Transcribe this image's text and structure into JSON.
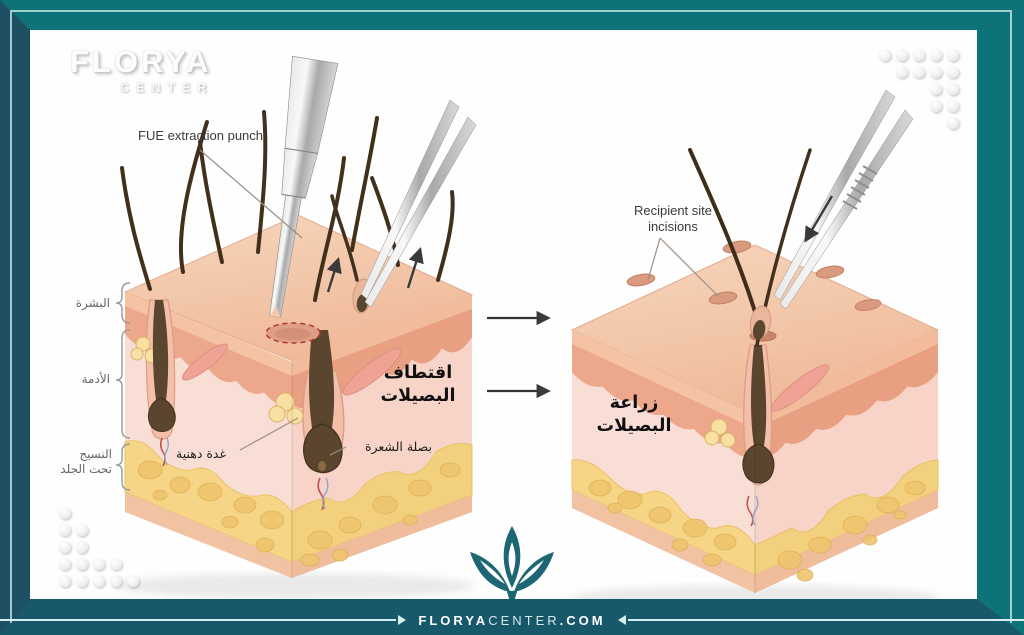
{
  "logo": {
    "line1": "FLORYA",
    "line2": "CENTER"
  },
  "left_block": {
    "tool_label": "FUE extraction punch",
    "caption_line1": "اقتطاف",
    "caption_line2": "البصيلات",
    "gland_label": "غدة دهنية",
    "bulb_label": "بصلة الشعرة"
  },
  "right_block": {
    "incision_label_line1": "Recipient site",
    "incision_label_line2": "incisions",
    "caption_line1": "زراعة",
    "caption_line2": "البصيلات"
  },
  "skin_layers": {
    "epidermis": "البشرة",
    "dermis": "الأدمة",
    "subcutaneous_line1": "النسيج",
    "subcutaneous_line2": "تحت الجلد"
  },
  "footer": {
    "site_part1": "FLORYA",
    "site_part2": "CENTER",
    "site_part3": ".COM"
  },
  "colors": {
    "frame_teal": "#0d7378",
    "frame_dark_teal": "#1e5063",
    "footer_bar": "#17596b",
    "frame_light_line": "#d7eeee",
    "skin_top": "#f3c9ab",
    "epidermis_band": "#eda78a",
    "dermis_pink": "#f9ded4",
    "fat_yellow": "#f6d686",
    "hair_brown": "#42301d",
    "logo_tulip_teal": "#1d6673",
    "arrow_dark": "#3a3a3a"
  },
  "decor": {
    "dots_top_right": [
      [
        1,
        1,
        1,
        1,
        1
      ],
      [
        0,
        1,
        1,
        1,
        1
      ],
      [
        0,
        0,
        0,
        1,
        1
      ],
      [
        0,
        0,
        0,
        1,
        1
      ],
      [
        0,
        0,
        0,
        0,
        1
      ]
    ],
    "dots_bottom_left": [
      [
        1,
        0,
        0,
        0,
        0
      ],
      [
        1,
        1,
        0,
        0,
        0
      ],
      [
        1,
        1,
        0,
        0,
        0
      ],
      [
        1,
        1,
        1,
        1,
        0
      ],
      [
        1,
        1,
        1,
        1,
        1
      ]
    ]
  }
}
